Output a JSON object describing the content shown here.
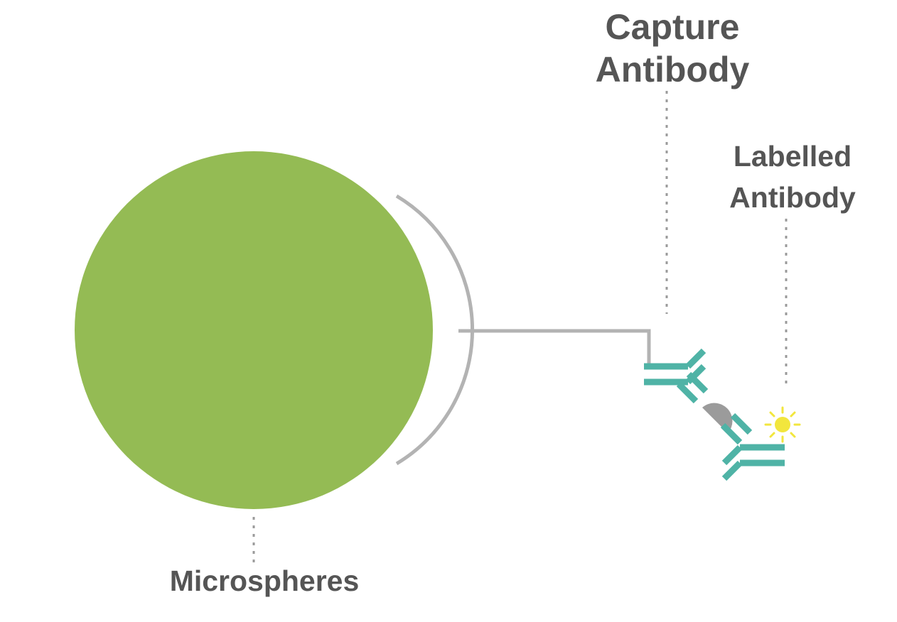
{
  "labels": {
    "capture_antibody": [
      "Capture",
      "Antibody"
    ],
    "labelled_antibody": [
      "Labelled",
      "Antibody"
    ],
    "microspheres": "Microspheres"
  },
  "colors": {
    "microsphere": "#94bb54",
    "antibody": "#4fb3a6",
    "antigen": "#9b9b9b",
    "linker": "#b3b3b3",
    "leader": "#9a9a9a",
    "label_marker": "#f2e63d",
    "text": "#555555"
  },
  "icons": {
    "label_marker": "sun-icon",
    "antigen": "half-circle-icon"
  }
}
